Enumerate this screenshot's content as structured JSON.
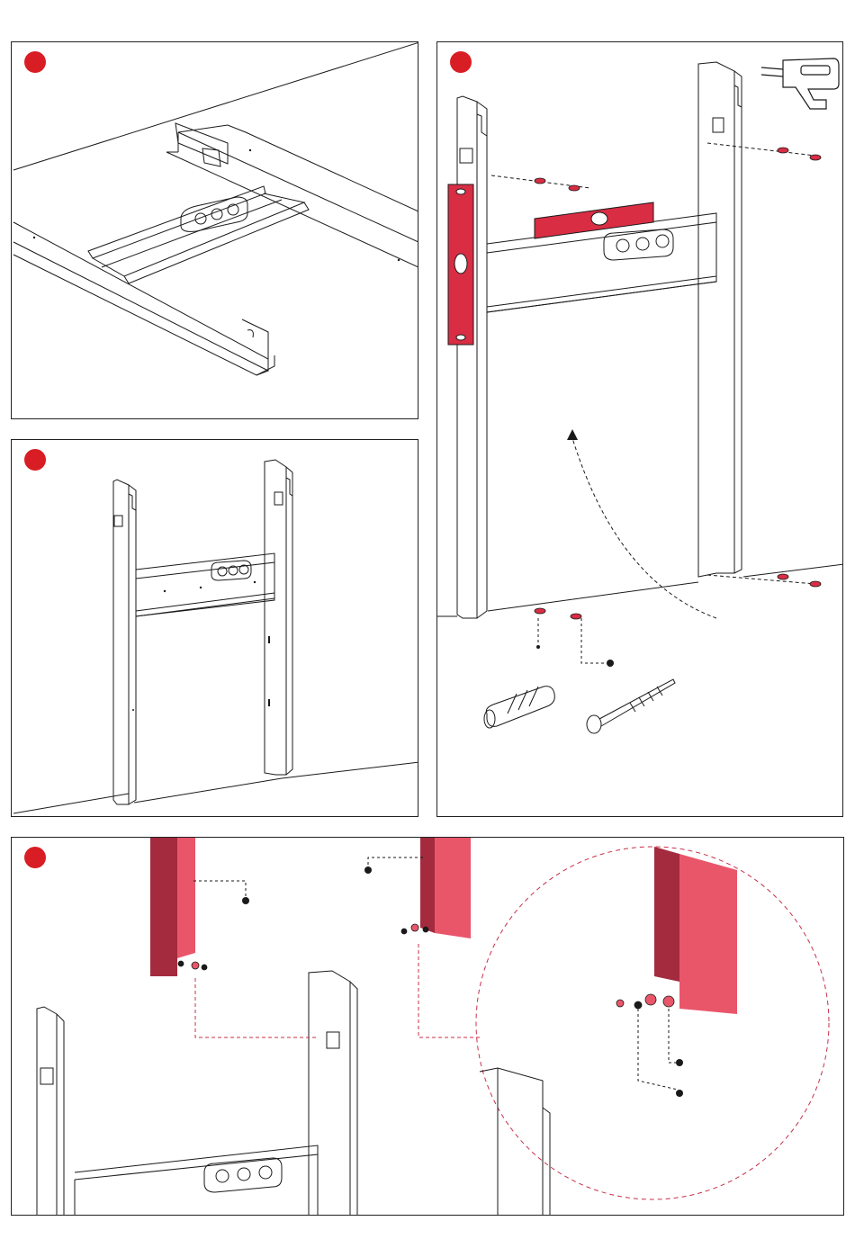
{
  "document": {
    "colors": {
      "step_marker": "#d81e24",
      "accent_light": "#e9566a",
      "accent_dark": "#a42a3e",
      "line": "#1a1a1a",
      "background": "#ffffff"
    },
    "panels": [
      {
        "id": "step-1",
        "caption": "",
        "icon": "ceiling-frame-overview"
      },
      {
        "id": "step-2",
        "caption": "",
        "icon": "frame-front-view"
      },
      {
        "id": "step-3",
        "caption": "",
        "icon": "frame-level-and-wall-mount"
      },
      {
        "id": "step-4",
        "caption": "",
        "icon": "side-panel-attachment-detail"
      }
    ],
    "tools": {
      "drill": "drill-icon",
      "level": "spirit-level-icon",
      "wall_plug": "wall-plug-icon",
      "screw": "screw-icon"
    }
  }
}
